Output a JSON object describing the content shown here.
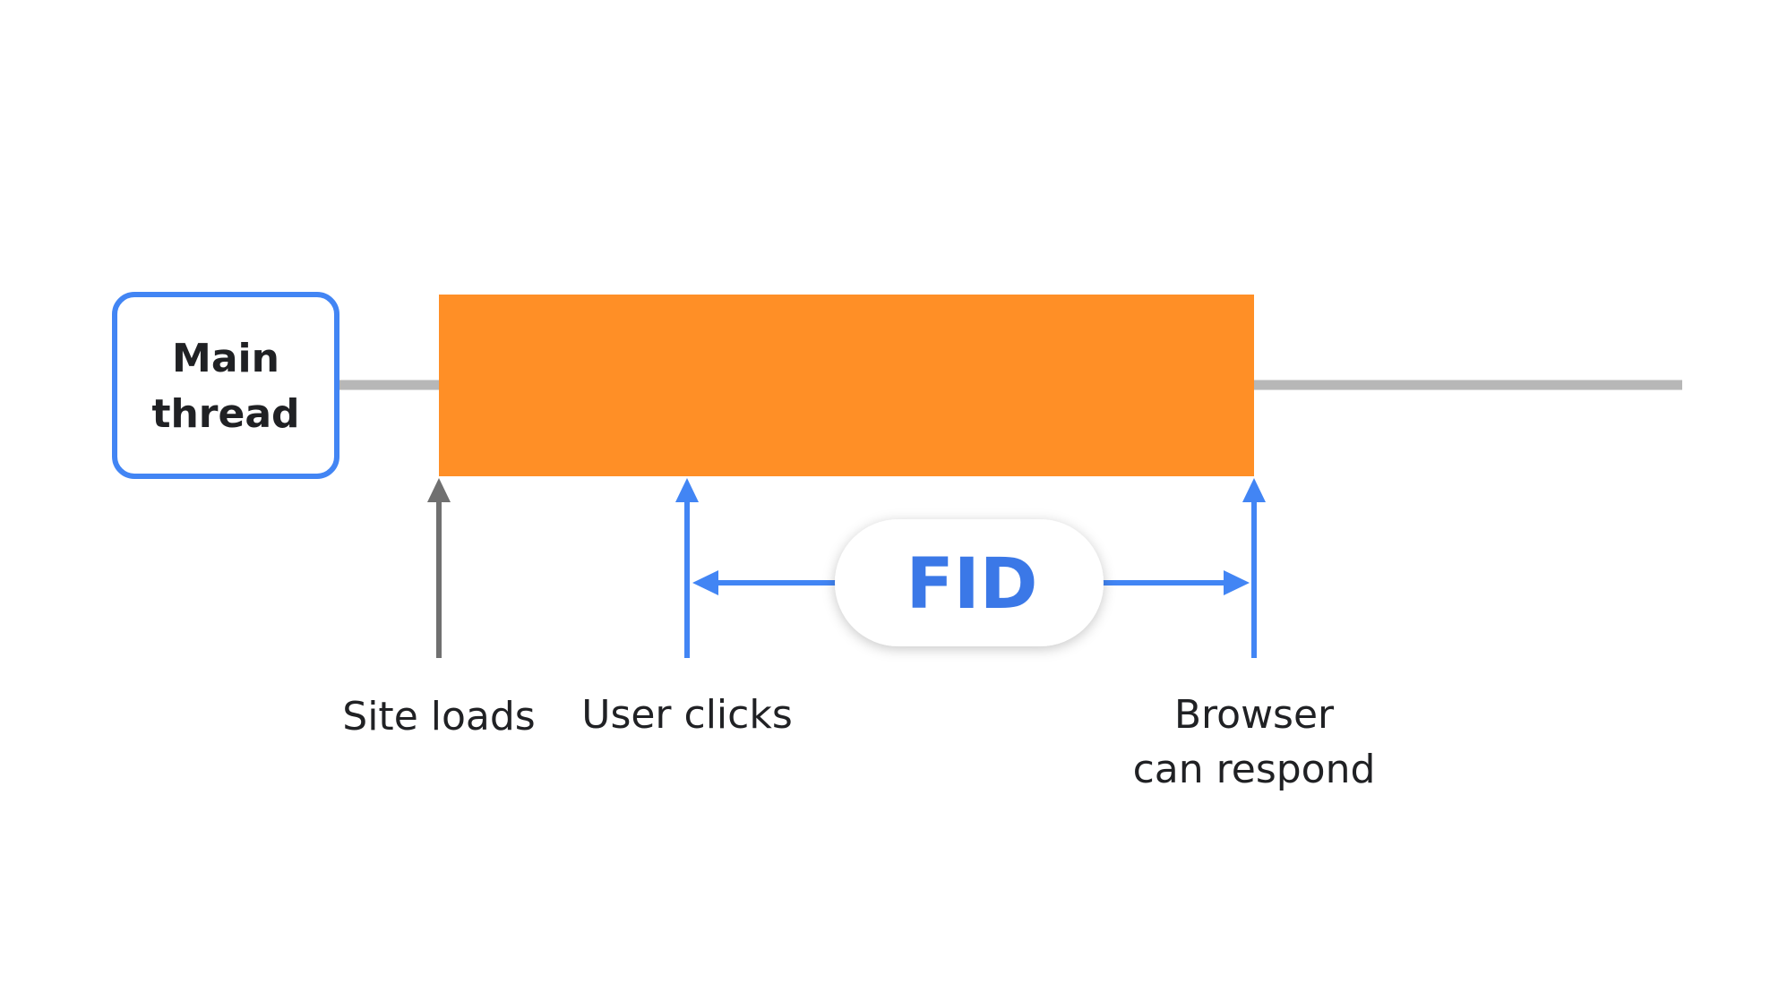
{
  "thread_box": {
    "line1": "Main",
    "line2": "thread"
  },
  "markers": {
    "site_loads": "Site loads",
    "user_clicks": "User clicks",
    "browser_line1": "Browser",
    "browser_line2": "can respond"
  },
  "metric": {
    "label": "FID"
  },
  "colors": {
    "accent_blue": "#4285f4",
    "task_orange": "#ff8f26",
    "timeline_gray": "#b7b7b7",
    "marker_gray": "#707070",
    "text_dark": "#202124",
    "fid_text": "#3b78e7"
  }
}
